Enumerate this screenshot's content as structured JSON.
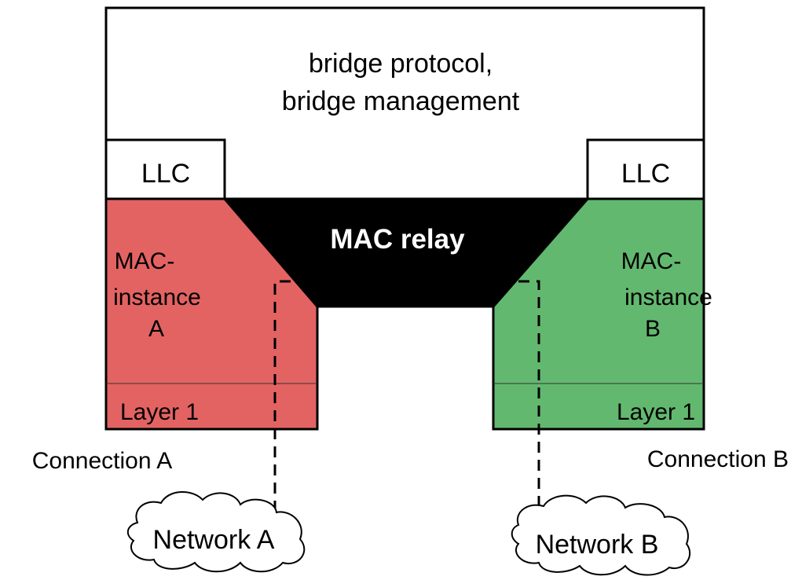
{
  "top_box": {
    "line1": "bridge protocol,",
    "line2": "bridge management"
  },
  "llc_left": "LLC",
  "llc_right": "LLC",
  "relay": "MAC relay",
  "mac_a": {
    "line1": "MAC-",
    "line2": "instance",
    "line3": "A"
  },
  "mac_b": {
    "line1": "MAC-",
    "line2": "instance",
    "line3": "B"
  },
  "layer1_left": "Layer 1",
  "layer1_right": "Layer 1",
  "connection_a": "Connection  A",
  "connection_b": "Connection B",
  "network_a": "Network A",
  "network_b": "Network B",
  "colors": {
    "mac_a": "#e36363",
    "mac_b": "#63b86f",
    "relay": "#000000",
    "outline": "#000000"
  }
}
